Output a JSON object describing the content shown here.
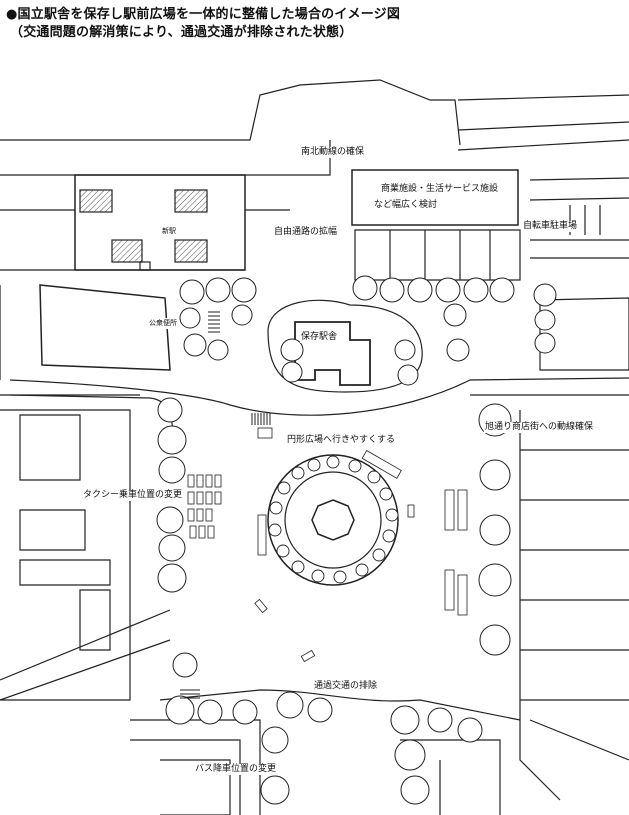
{
  "title": {
    "line1": "●国立駅舎を保存し駅前広場を一体的に整備した場合のイメージ図",
    "line2": "（交通問題の解消策により、通過交通が排除された状態）"
  },
  "labels": {
    "north_south_flow": "南北動線の確保",
    "commercial_line1": "商業施設・生活サービス施設",
    "commercial_line2": "など幅広く検討",
    "bicycle_parking": "自転車駐車場",
    "new_station": "新駅",
    "free_passage": "自由通路の拡幅",
    "public_toilet": "公衆便所",
    "preserved_station": "保存駅舎",
    "asahi_street": "旭通り商店街への動線確保",
    "circular_plaza": "円形広場へ行きやすくする",
    "taxi": "タクシー乗車位置の変更",
    "through_traffic": "通過交通の排除",
    "bus": "バス降車位置の変更"
  }
}
